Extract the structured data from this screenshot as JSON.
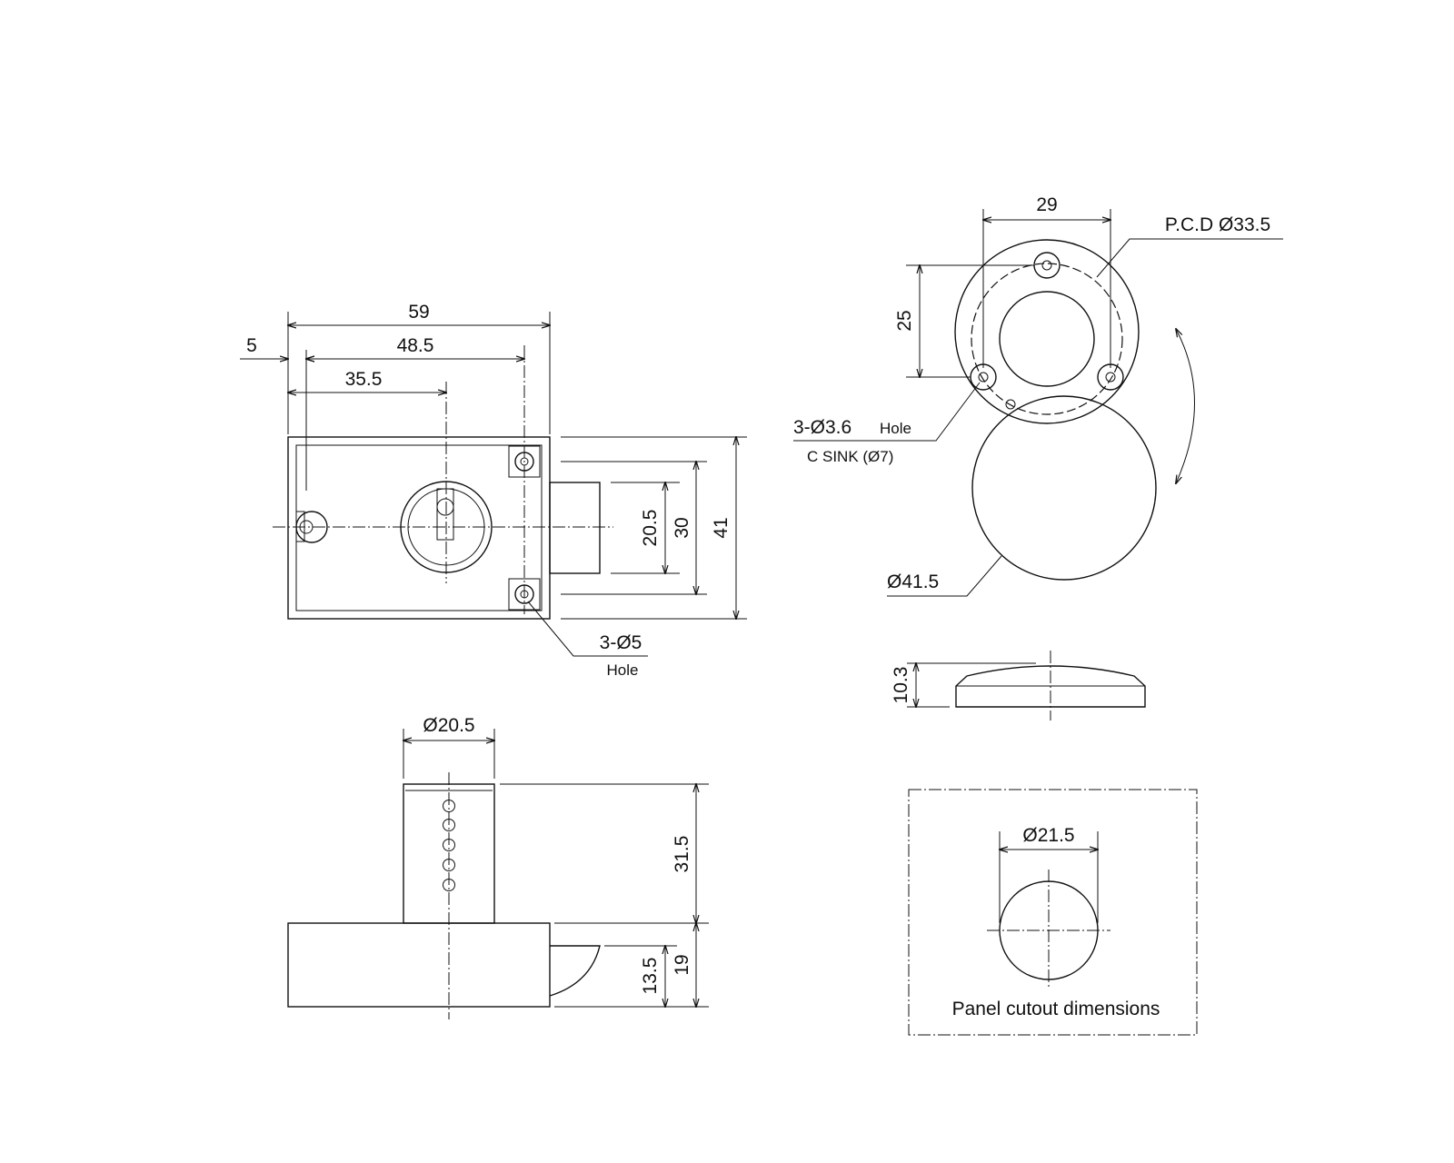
{
  "front_view": {
    "overall_width": "59",
    "offset": "5",
    "hole_spacing": "48.5",
    "key_center_distance": "35.5",
    "bolt_width": "20.5",
    "hole_height_spacing": "30",
    "overall_height": "41",
    "hole_callout": "3-Ø5",
    "hole_callout_sub": "Hole"
  },
  "side_view": {
    "cylinder_diameter": "Ø20.5",
    "cylinder_length": "31.5",
    "body_height": "19",
    "bolt_height": "13.5"
  },
  "cover_top_view": {
    "hole_spacing_x": "29",
    "pcd": "P.C.D Ø33.5",
    "hole_spacing_y": "25",
    "hole_callout": "3-Ø3.6",
    "hole_callout_hole": "Hole",
    "countersink": "C SINK (Ø7)",
    "cover_diameter": "Ø41.5"
  },
  "cover_side_view": {
    "thickness": "10.3"
  },
  "panel_cutout": {
    "diameter": "Ø21.5",
    "caption": "Panel cutout dimensions"
  }
}
